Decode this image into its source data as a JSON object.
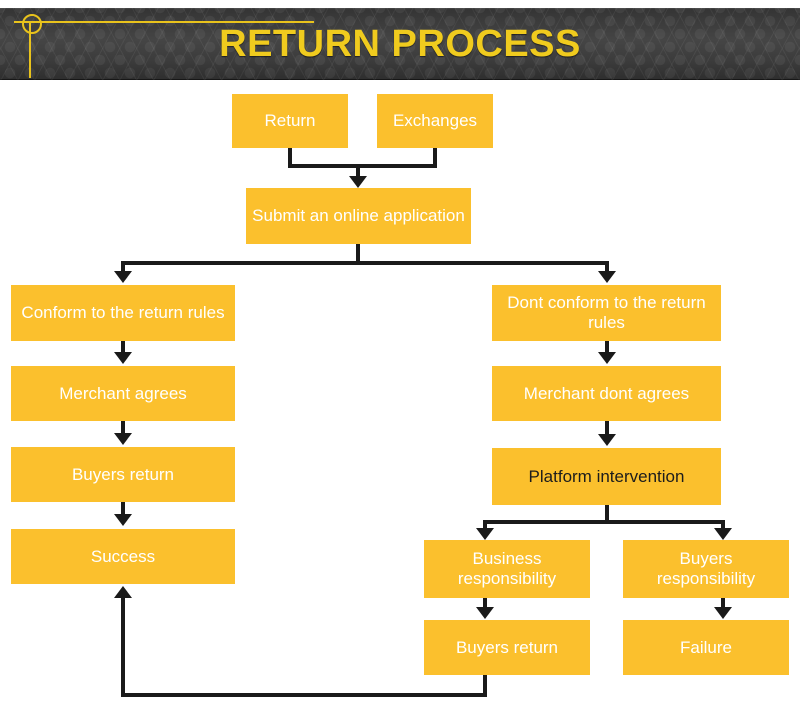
{
  "header": {
    "title": "RETURN PROCESS",
    "title_color": "#f0cb1e",
    "background_color": "#3f3f3f",
    "guide_color": "#e9c31c",
    "marker": "crosshair-circle-marker"
  },
  "theme": {
    "node_fill": "#fbc02d",
    "node_text_light": "#ffffff",
    "node_text_dark": "#1c1c1c",
    "connector_color": "#1a1a1a",
    "canvas_background": "#ffffff"
  },
  "flow": {
    "nodes": [
      {
        "id": "return",
        "label": "Return",
        "text_style": "light"
      },
      {
        "id": "exchanges",
        "label": "Exchanges",
        "text_style": "light"
      },
      {
        "id": "submit",
        "label": "Submit an online application",
        "text_style": "light"
      },
      {
        "id": "conform",
        "label": "Conform to the return rules",
        "text_style": "light"
      },
      {
        "id": "merchant-agrees",
        "label": "Merchant agrees",
        "text_style": "light"
      },
      {
        "id": "buyers-return-left",
        "label": "Buyers return",
        "text_style": "light"
      },
      {
        "id": "success",
        "label": "Success",
        "text_style": "light"
      },
      {
        "id": "dont-conform",
        "label": "Dont conform to the return rules",
        "text_style": "light"
      },
      {
        "id": "merchant-dont-agrees",
        "label": "Merchant dont agrees",
        "text_style": "light"
      },
      {
        "id": "platform",
        "label": "Platform intervention",
        "text_style": "dark"
      },
      {
        "id": "business-resp",
        "label": "Business responsibility",
        "text_style": "light"
      },
      {
        "id": "buyers-resp",
        "label": "Buyers responsibility",
        "text_style": "light"
      },
      {
        "id": "buyers-return-right",
        "label": "Buyers return",
        "text_style": "light"
      },
      {
        "id": "failure",
        "label": "Failure",
        "text_style": "light"
      }
    ],
    "edges": [
      {
        "from": "return",
        "to": "submit"
      },
      {
        "from": "exchanges",
        "to": "submit"
      },
      {
        "from": "submit",
        "to": "conform"
      },
      {
        "from": "submit",
        "to": "dont-conform"
      },
      {
        "from": "conform",
        "to": "merchant-agrees"
      },
      {
        "from": "merchant-agrees",
        "to": "buyers-return-left"
      },
      {
        "from": "buyers-return-left",
        "to": "success"
      },
      {
        "from": "dont-conform",
        "to": "merchant-dont-agrees"
      },
      {
        "from": "merchant-dont-agrees",
        "to": "platform"
      },
      {
        "from": "platform",
        "to": "business-resp"
      },
      {
        "from": "platform",
        "to": "buyers-resp"
      },
      {
        "from": "business-resp",
        "to": "buyers-return-right"
      },
      {
        "from": "buyers-resp",
        "to": "failure"
      },
      {
        "from": "buyers-return-right",
        "to": "success"
      }
    ]
  }
}
